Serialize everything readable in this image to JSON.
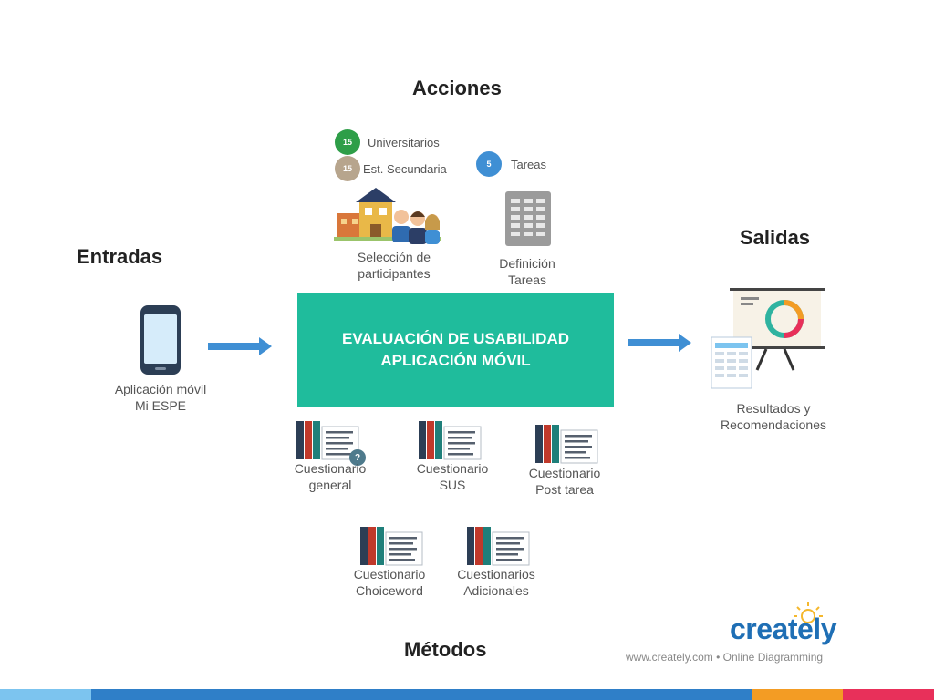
{
  "colors": {
    "teal_box": "#1fbc9c",
    "arrow": "#3f8fd4",
    "badge_green": "#2e9e48",
    "badge_tan": "#b7a58d",
    "badge_blue": "#3f8fd4",
    "bar_light": "#7cc4ef",
    "bar_blue": "#2f7fc8",
    "bar_orange": "#f39c24",
    "bar_pink": "#e8305a",
    "creately_blue": "#1f6fb5",
    "creately_yellow": "#f5b82e"
  },
  "sections": {
    "acciones": "Acciones",
    "entradas": "Entradas",
    "salidas": "Salidas",
    "metodos": "Métodos"
  },
  "badges": [
    {
      "count": "15",
      "label": "Universitarios"
    },
    {
      "count": "15",
      "label": "Est. Secundaria"
    },
    {
      "count": "5",
      "label": "Tareas"
    }
  ],
  "actions": {
    "participantes": [
      "Selección de",
      "participantes"
    ],
    "tareas": [
      "Definición",
      "Tareas"
    ]
  },
  "input": {
    "line1": "Aplicación móvil",
    "line2": "Mi ESPE"
  },
  "center": {
    "line1": "EVALUACIÓN DE USABILIDAD",
    "line2": "APLICACIÓN MÓVIL"
  },
  "output": {
    "line1": "Resultados y",
    "line2": "Recomendaciones"
  },
  "methods": [
    {
      "line1": "Cuestionario",
      "line2": "general"
    },
    {
      "line1": "Cuestionario",
      "line2": "SUS"
    },
    {
      "line1": "Cuestionario",
      "line2": "Post tarea"
    },
    {
      "line1": "Cuestionario",
      "line2": "Choiceword"
    },
    {
      "line1": "Cuestionarios",
      "line2": "Adicionales"
    }
  ],
  "help_mark": "?",
  "branding": {
    "logo": "creately",
    "footer": "www.creately.com • Online Diagramming"
  }
}
